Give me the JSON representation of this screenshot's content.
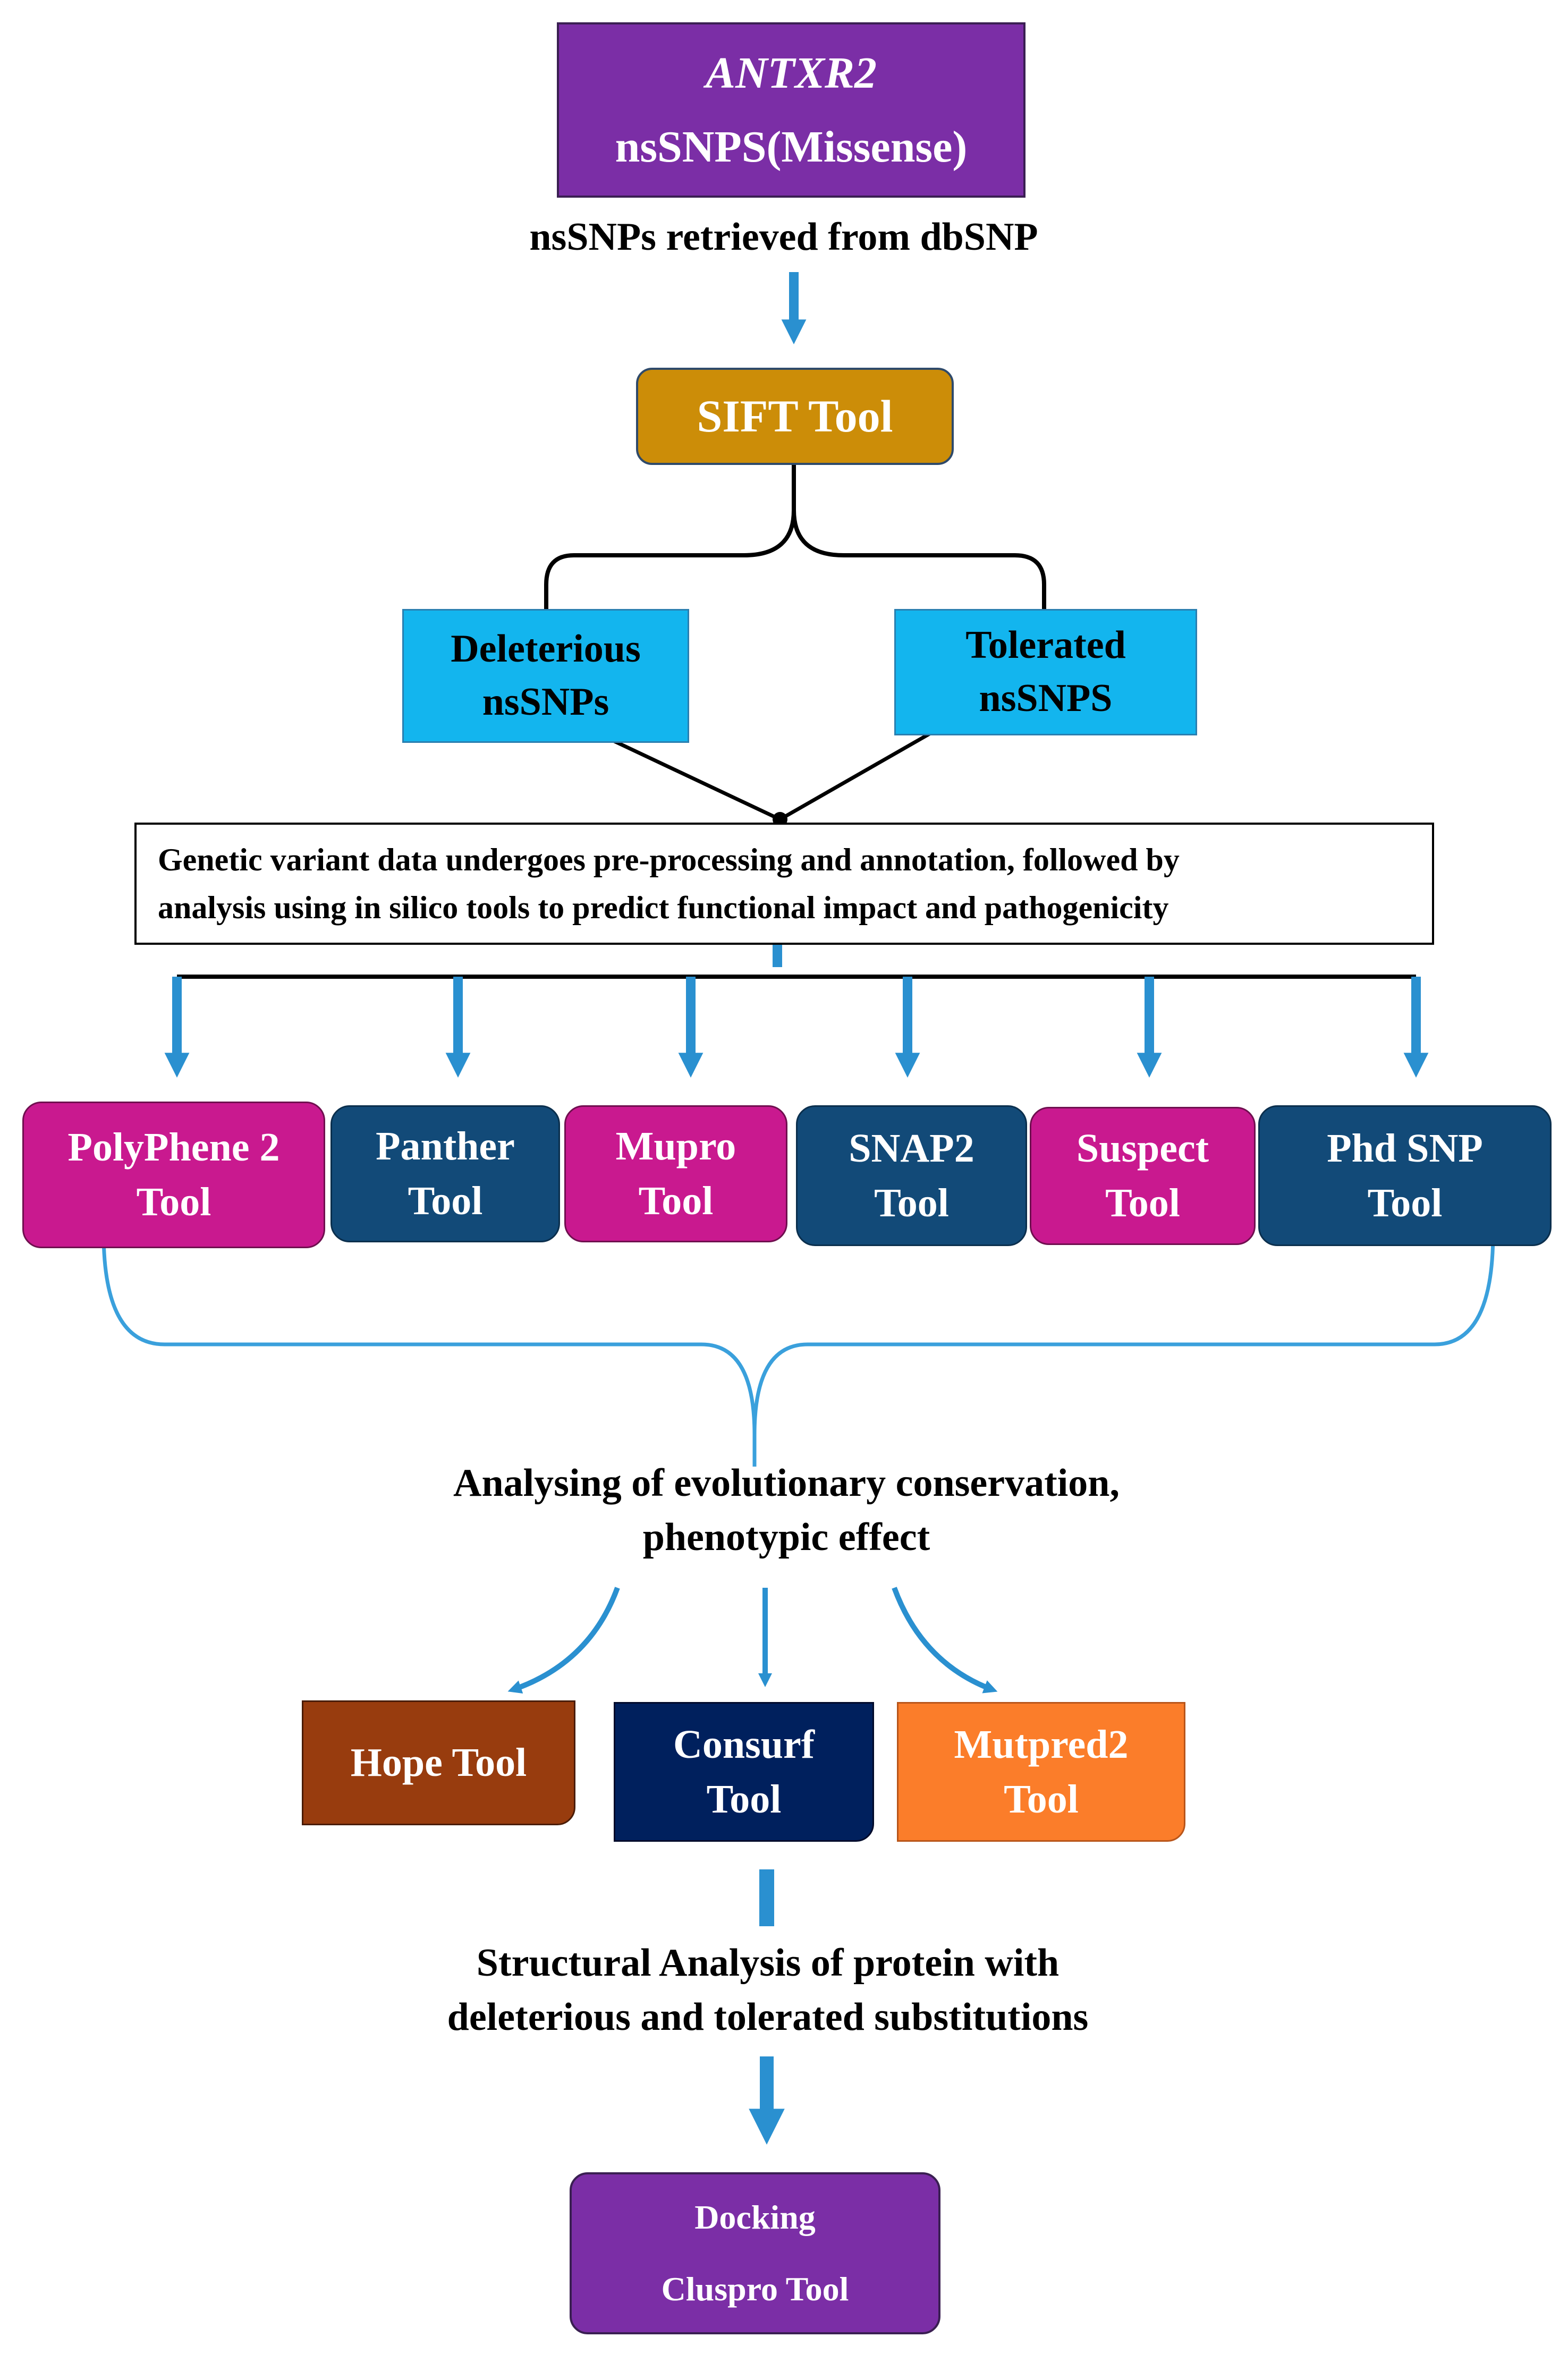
{
  "header": {
    "gene": "ANTXR2",
    "snp_type": "nsSNPS(Missense)",
    "source": "nsSNPs retrieved from dbSNP"
  },
  "sift": {
    "label": "SIFT Tool"
  },
  "classes": {
    "deleterious": [
      "Deleterious",
      "nsSNPs"
    ],
    "tolerated": [
      "Tolerated",
      "nsSNPS"
    ]
  },
  "preprocess": {
    "lines": [
      "Genetic variant data undergoes pre-processing and annotation, followed by",
      "analysis using in silico tools to predict functional impact and pathogenicity"
    ]
  },
  "tools": [
    {
      "line1": "PolyPhene 2",
      "line2": "Tool",
      "color": "#c9198f"
    },
    {
      "line1": "Panther",
      "line2": "Tool",
      "color": "#124a78"
    },
    {
      "line1": "Mupro",
      "line2": "Tool",
      "color": "#c9198f"
    },
    {
      "line1": "SNAP2",
      "line2": "Tool",
      "color": "#124a78"
    },
    {
      "line1": "Suspect",
      "line2": "Tool",
      "color": "#c9198f"
    },
    {
      "line1": "Phd SNP",
      "line2": "Tool",
      "color": "#124a78"
    }
  ],
  "conservation": {
    "lines": [
      "Analysing of evolutionary conservation,",
      "phenotypic effect"
    ]
  },
  "secondary_tools": [
    {
      "lines": [
        "Hope Tool"
      ],
      "color": "#983c0e"
    },
    {
      "lines": [
        "Consurf",
        "Tool"
      ],
      "color": "#00205d"
    },
    {
      "lines": [
        "Mutpred2",
        "Tool"
      ],
      "color": "#fb7d2a"
    }
  ],
  "structural": {
    "lines": [
      "Structural Analysis of protein with",
      "deleterious and tolerated substitutions"
    ]
  },
  "docking": {
    "lines": [
      "Docking",
      "Cluspro Tool"
    ]
  },
  "colors": {
    "header_box": "#7b2ea6",
    "sift_box": "#cc8d08",
    "class_box": "#13b5ee",
    "arrow": "#2a90d0",
    "bracket": "#3aa0dc",
    "docking_box": "#7b2ea6"
  }
}
